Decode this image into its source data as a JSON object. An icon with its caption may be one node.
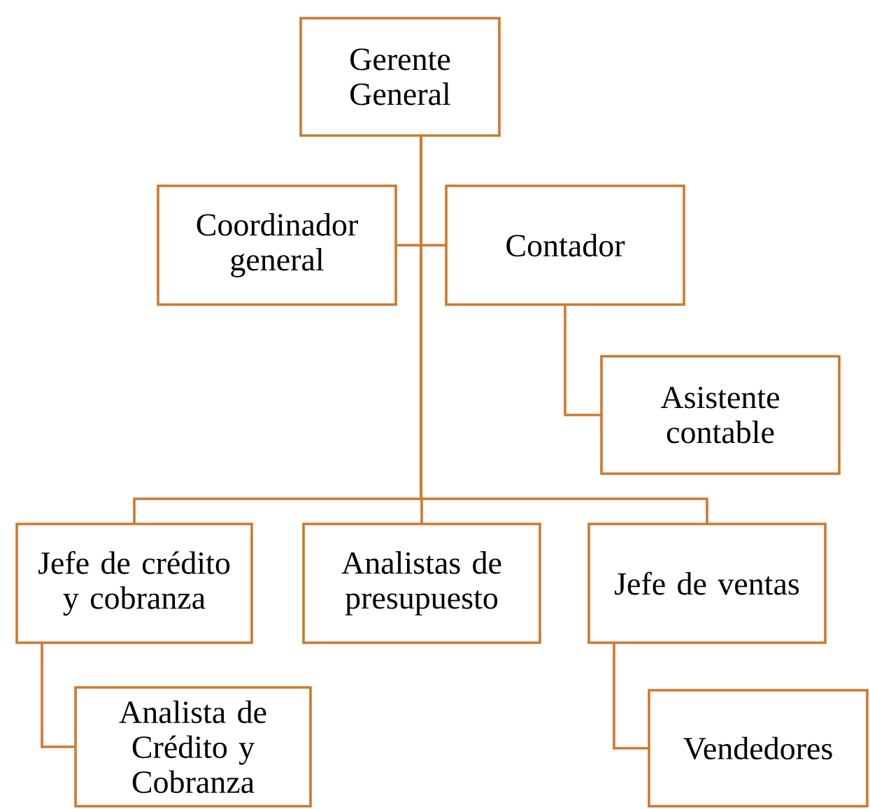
{
  "diagram": {
    "nodes": [
      {
        "text": [
          "Gerente General"
        ]
      },
      {
        "text": [
          "Coordinador general"
        ]
      },
      {
        "text": [
          "Contador"
        ]
      },
      {
        "text": [
          "Asistente contable"
        ]
      },
      {
        "text": [
          "Jefe de crédito y cobranza"
        ]
      },
      {
        "text": [
          "Analistas de presupuesto"
        ]
      },
      {
        "text": [
          "Jefe de ventas"
        ]
      },
      {
        "text": [
          "Analista de Crédito y Cobranza"
        ]
      },
      {
        "text": [
          "Vendedores"
        ]
      }
    ],
    "edges": [
      {
        "from": 0,
        "to": 1,
        "arrow": "none"
      },
      {
        "from": 0,
        "to": 2,
        "arrow": "none"
      },
      {
        "from": 2,
        "to": 3,
        "arrow": "none"
      },
      {
        "from": 0,
        "to": 4,
        "arrow": "none"
      },
      {
        "from": 0,
        "to": 5,
        "arrow": "none"
      },
      {
        "from": 0,
        "to": 6,
        "arrow": "none"
      },
      {
        "from": 4,
        "to": 7,
        "arrow": "none"
      },
      {
        "from": 6,
        "to": 8,
        "arrow": "none"
      }
    ]
  }
}
